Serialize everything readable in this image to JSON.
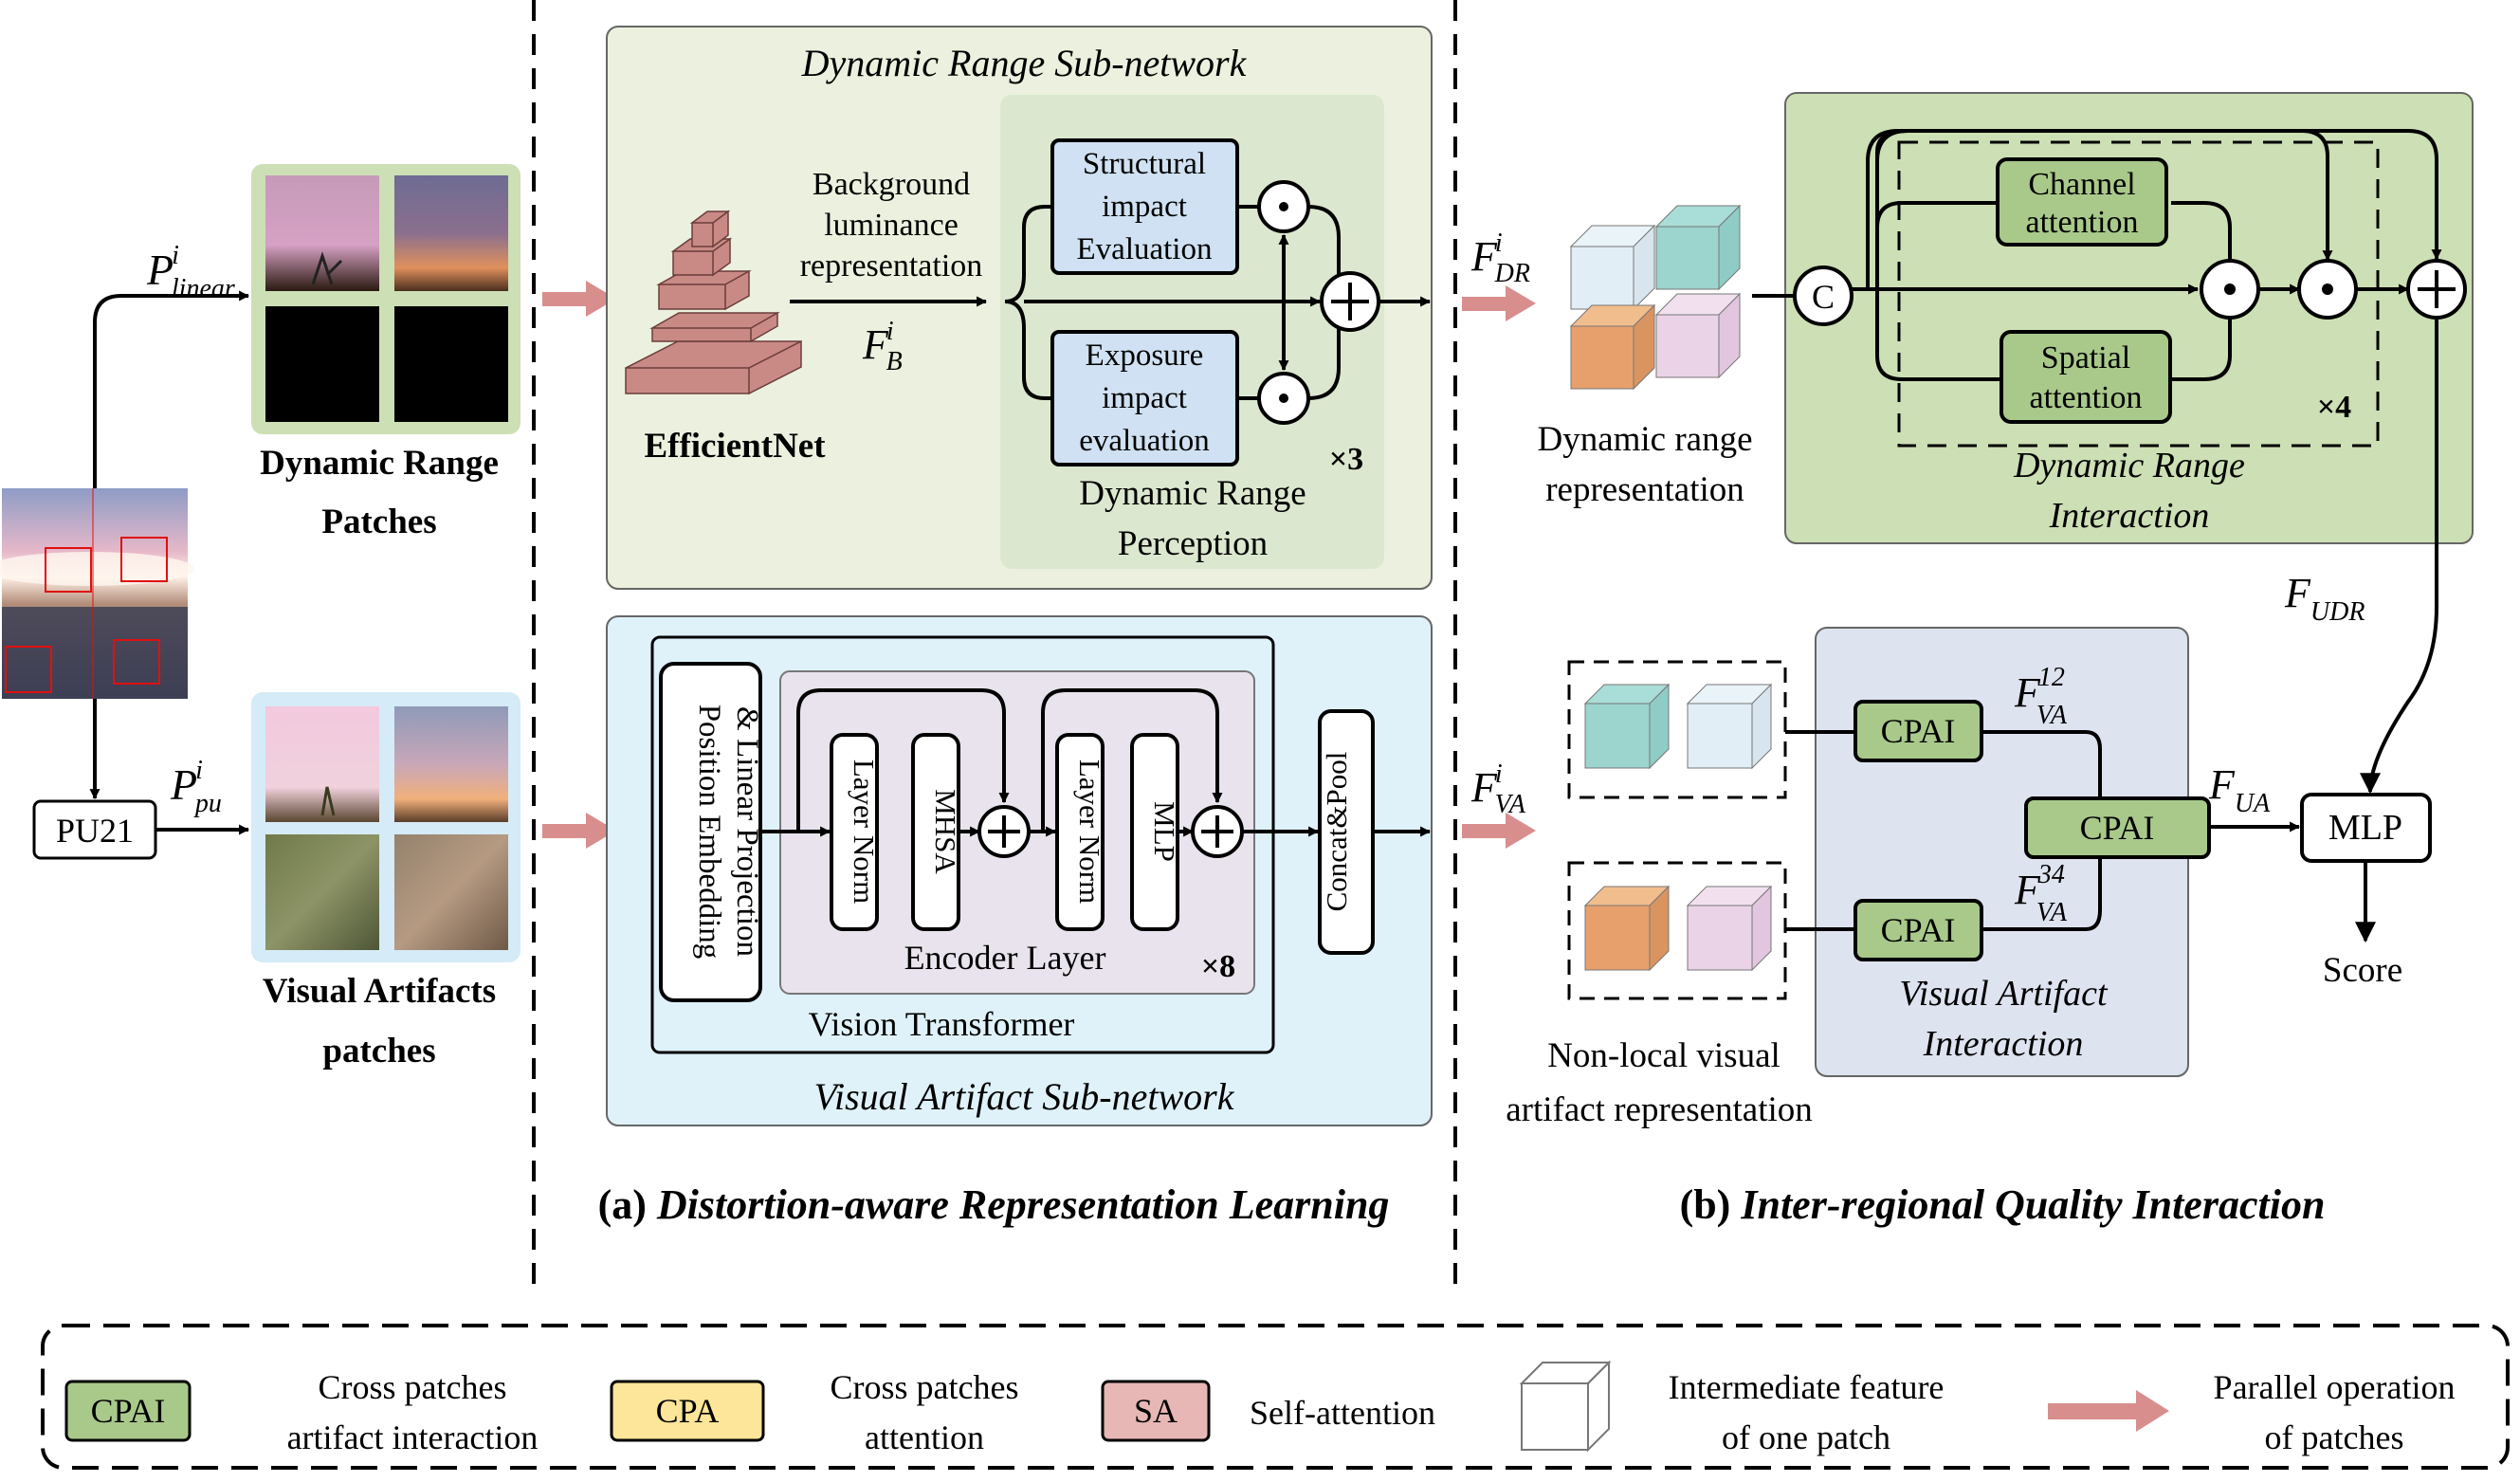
{
  "sections": {
    "a_prefix": "(a) ",
    "a_title": "Distortion-aware Representation Learning",
    "b_prefix": "(b) ",
    "b_title": "Inter-regional Quality Interaction"
  },
  "input": {
    "pu21": "PU21",
    "p_linear": {
      "base": "P",
      "sup": "i",
      "sub": "linear"
    },
    "p_pu": {
      "base": "P",
      "sup": "i",
      "sub": "pu"
    },
    "dr_patches_label": [
      "Dynamic Range",
      "Patches"
    ],
    "va_patches_label": [
      "Visual Artifacts",
      "patches"
    ]
  },
  "dr_subnetwork": {
    "title": "Dynamic Range Sub-network",
    "efficientnet": "EfficientNet",
    "background": [
      "Background",
      "luminance",
      "representation"
    ],
    "fb": {
      "base": "F",
      "sup": "i",
      "sub": "B"
    },
    "structural": [
      "Structural",
      "impact",
      "Evaluation"
    ],
    "exposure": [
      "Exposure",
      "impact",
      "evaluation"
    ],
    "times": "×3",
    "perception": [
      "Dynamic Range",
      "Perception"
    ]
  },
  "va_subnetwork": {
    "title": "Visual Artifact Sub-network",
    "pos_embed": [
      "Position Embedding",
      "& Linear Projection"
    ],
    "layer_norm": "Layer Norm",
    "mhsa": "MHSA",
    "mlp": "MLP",
    "encoder": "Encoder Layer",
    "times": "×8",
    "vit": "Vision Transformer",
    "concat": "Concat&Pool"
  },
  "dr_interaction": {
    "fdr": {
      "base": "F",
      "sup": "i",
      "sub": "DR"
    },
    "repr": [
      "Dynamic range",
      "representation"
    ],
    "concat_symbol": "C",
    "channel": [
      "Channel",
      "attention"
    ],
    "spatial": [
      "Spatial",
      "attention"
    ],
    "times": "×4",
    "title": [
      "Dynamic Range",
      "Interaction"
    ],
    "fudr": {
      "base": "F",
      "sub": "UDR"
    }
  },
  "va_interaction": {
    "fva": {
      "base": "F",
      "sup": "i",
      "sub": "VA"
    },
    "cpai": "CPAI",
    "f12": {
      "base": "F",
      "sup": "12",
      "sub": "VA"
    },
    "f34": {
      "base": "F",
      "sup": "34",
      "sub": "VA"
    },
    "repr": [
      "Non-local visual",
      "artifact representation"
    ],
    "title": [
      "Visual Artifact",
      "Interaction"
    ],
    "fua": {
      "base": "F",
      "sub": "UA"
    },
    "mlp": "MLP",
    "score": "Score"
  },
  "legend": {
    "items": [
      {
        "box": "CPAI",
        "text": [
          "Cross patches",
          "artifact interaction"
        ],
        "color": "#a9c98a"
      },
      {
        "box": "CPA",
        "text": [
          "Cross patches",
          "attention"
        ],
        "color": "#fde599"
      },
      {
        "box": "SA",
        "text": [
          "Self-attention"
        ],
        "color": "#e7b7b5"
      },
      {
        "box": "",
        "text": [
          "Intermediate feature",
          "of one patch"
        ],
        "color": "#ffffff"
      },
      {
        "box": "",
        "text": [
          "Parallel operation",
          "of patches"
        ],
        "color": "#d98e8e"
      }
    ]
  },
  "colors": {
    "dr_bg": "#ebf1de",
    "dr_inner": "#dbe8cf",
    "va_bg": "#dff2fa",
    "dri_bg": "#cddfb4",
    "vai_bg": "#dde3ef",
    "blue_box": "#cfe1f2",
    "green_box": "#a9c98a",
    "pink_arrow": "#d98e8e",
    "brick": "#c98a86"
  }
}
